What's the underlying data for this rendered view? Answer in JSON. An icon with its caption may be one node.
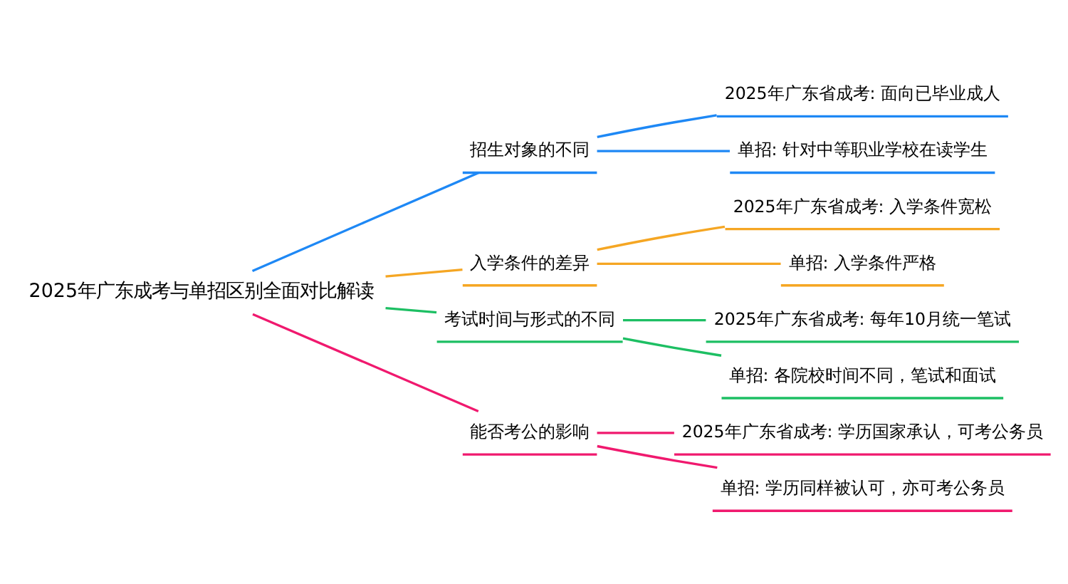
{
  "diagram": {
    "nodes": [
      {
        "text": [
          "2025年广东成考与单招区别全面对比解读"
        ]
      },
      {
        "text": [
          "招生对象的不同"
        ]
      },
      {
        "text": [
          "2025年广东省成考: 面向已毕业成人"
        ]
      },
      {
        "text": [
          "单招: 针对中等职业学校在读学生"
        ]
      },
      {
        "text": [
          "入学条件的差异"
        ]
      },
      {
        "text": [
          "2025年广东省成考: 入学条件宽松"
        ]
      },
      {
        "text": [
          "单招: 入学条件严格"
        ]
      },
      {
        "text": [
          "考试时间与形式的不同"
        ]
      },
      {
        "text": [
          "2025年广东省成考: 每年10月统一笔试"
        ]
      },
      {
        "text": [
          "单招: 各院校时间不同，笔试和面试"
        ]
      },
      {
        "text": [
          "能否考公的影响"
        ]
      },
      {
        "text": [
          "2025年广东省成考: 学历国家承认，可考公务员"
        ]
      },
      {
        "text": [
          "单招: 学历同样被认可，亦可考公务员"
        ]
      }
    ],
    "edges": [
      {
        "from": 0,
        "to": 1,
        "arrow": "none",
        "color": "#1e88f5"
      },
      {
        "from": 1,
        "to": 2,
        "arrow": "none",
        "color": "#1e88f5"
      },
      {
        "from": 1,
        "to": 3,
        "arrow": "none",
        "color": "#1e88f5"
      },
      {
        "from": 0,
        "to": 4,
        "arrow": "none",
        "color": "#f5a623"
      },
      {
        "from": 4,
        "to": 5,
        "arrow": "none",
        "color": "#f5a623"
      },
      {
        "from": 4,
        "to": 6,
        "arrow": "none",
        "color": "#f5a623"
      },
      {
        "from": 0,
        "to": 7,
        "arrow": "none",
        "color": "#1dbf63"
      },
      {
        "from": 7,
        "to": 8,
        "arrow": "none",
        "color": "#1dbf63"
      },
      {
        "from": 7,
        "to": 9,
        "arrow": "none",
        "color": "#1dbf63"
      },
      {
        "from": 0,
        "to": 10,
        "arrow": "none",
        "color": "#f0196e"
      },
      {
        "from": 10,
        "to": 11,
        "arrow": "none",
        "color": "#f0196e"
      },
      {
        "from": 10,
        "to": 12,
        "arrow": "none",
        "color": "#f0196e"
      }
    ]
  }
}
